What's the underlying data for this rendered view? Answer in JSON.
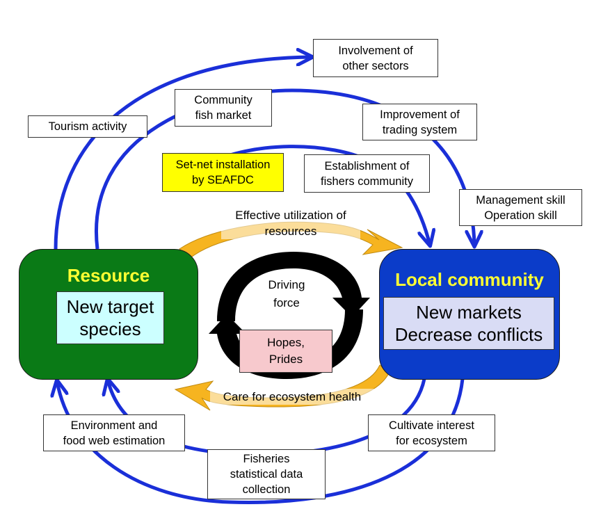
{
  "labels": {
    "involvement": "Involvement of\nother sectors",
    "community_market": "Community\nfish market",
    "tourism": "Tourism activity",
    "trading": "Improvement of\ntrading system",
    "setnet": "Set-net installation\nby SEAFDC",
    "establishment": "Establishment of\nfishers community",
    "skills": "Management skill\nOperation skill",
    "environment": "Environment and\nfood web estimation",
    "statistics": "Fisheries\nstatistical data\ncollection",
    "cultivate": "Cultivate interest\nfor ecosystem"
  },
  "resource": {
    "title": "Resource",
    "inner": "New target\nspecies"
  },
  "community": {
    "title": "Local community",
    "inner": "New markets\nDecrease conflicts"
  },
  "center": {
    "effective": "Effective utilization of\nresources",
    "care": "Care for ecosystem health",
    "driving": "Driving\nforce",
    "hopes": "Hopes,\nPrides"
  },
  "colors": {
    "arrow_blue": "#1a2fd8",
    "arrow_gold": "#f6b420",
    "resource_green": "#0a7a16",
    "community_blue": "#0b3cc9",
    "title_yellow": "#ffff33",
    "highlight_yellow": "#ffff00",
    "pink": "#f7c9cd"
  }
}
